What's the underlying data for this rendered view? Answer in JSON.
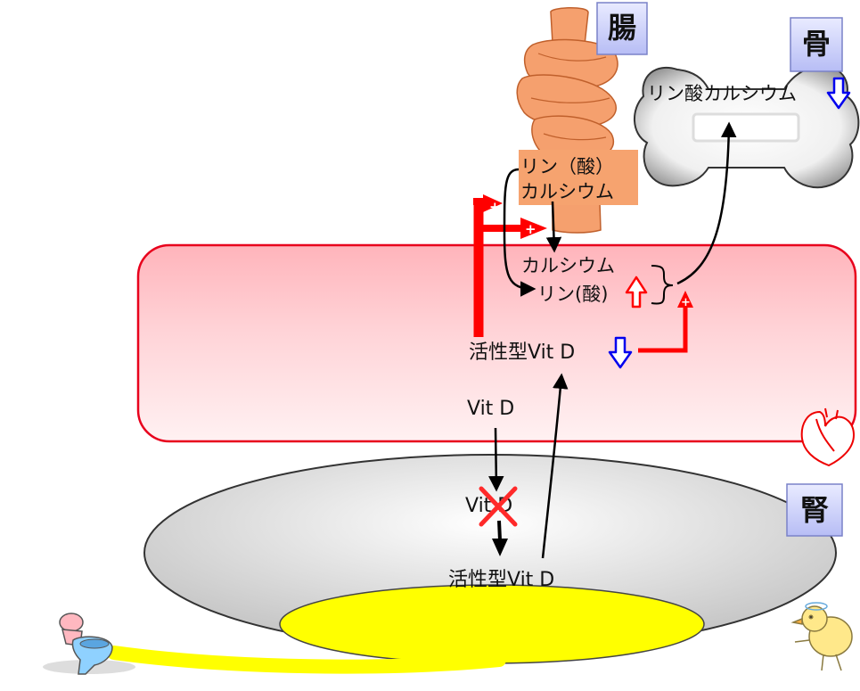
{
  "organs": {
    "intestine": "腸",
    "bone": "骨",
    "kidney": "腎"
  },
  "labels": {
    "bone_mineral": "リン酸カルシウム",
    "intestine_phosphate": "リン（酸）",
    "intestine_calcium": "カルシウム",
    "blood_calcium": "カルシウム",
    "blood_phosphate": "リン(酸)",
    "blood_active_vitd": "活性型Vit D",
    "blood_vitd": "Vit D",
    "kidney_vitd": "Vit D",
    "kidney_active_vitd": "活性型Vit D"
  },
  "signs": {
    "plus": "+"
  },
  "icons": {
    "decrease": "down-arrow-icon",
    "increase": "up-arrow-icon",
    "blocked": "x-mark-icon",
    "heart": "heart-icon",
    "toilet": "toilet-icon",
    "chick": "chick-icon"
  },
  "colors": {
    "blood": "#ffb6bc",
    "blood_border": "#e8001c",
    "kidney": "#d3d3d3",
    "urine": "#ffff00",
    "intestine": "#f5a06e",
    "intestine_label_bg": "#f6a36f",
    "promote_arrow": "#ff0000",
    "decrease_arrow": "#0000ee",
    "organ_tag_bg": "#cdd2ff"
  }
}
